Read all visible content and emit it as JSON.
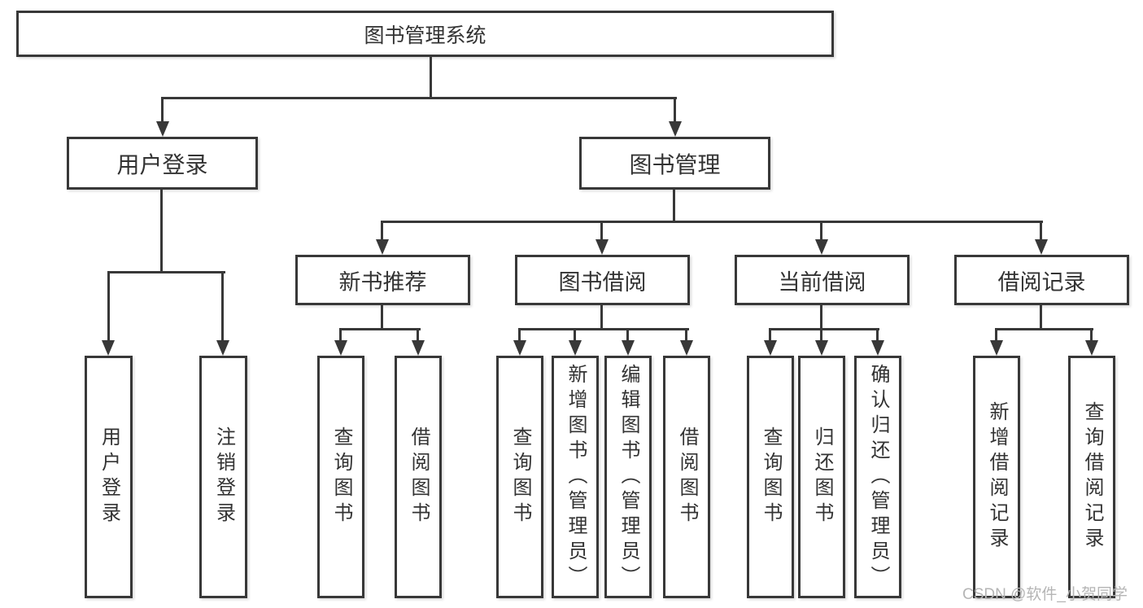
{
  "diagram": {
    "type": "hierarchy-tree",
    "root": {
      "label": "图书管理系统"
    },
    "branches": [
      {
        "label": "用户登录",
        "children": [
          {
            "label": "用户登录"
          },
          {
            "label": "注销登录"
          }
        ]
      },
      {
        "label": "图书管理",
        "children": [
          {
            "label": "新书推荐",
            "children": [
              {
                "label": "查询图书"
              },
              {
                "label": "借阅图书"
              }
            ]
          },
          {
            "label": "图书借阅",
            "children": [
              {
                "label": "查询图书"
              },
              {
                "label": "新增图书（管理员）"
              },
              {
                "label": "编辑图书（管理员）"
              },
              {
                "label": "借阅图书"
              }
            ]
          },
          {
            "label": "当前借阅",
            "children": [
              {
                "label": "查询图书"
              },
              {
                "label": "归还图书"
              },
              {
                "label": "确认归还（管理员）"
              }
            ]
          },
          {
            "label": "借阅记录",
            "children": [
              {
                "label": "新增借阅记录"
              },
              {
                "label": "查询借阅记录"
              }
            ]
          }
        ]
      }
    ]
  },
  "watermark": "CSDN @软件_小贺同学",
  "colors": {
    "line": "#383838",
    "text": "#333333",
    "background": "#ffffff",
    "watermark": "#b5b5b5"
  }
}
